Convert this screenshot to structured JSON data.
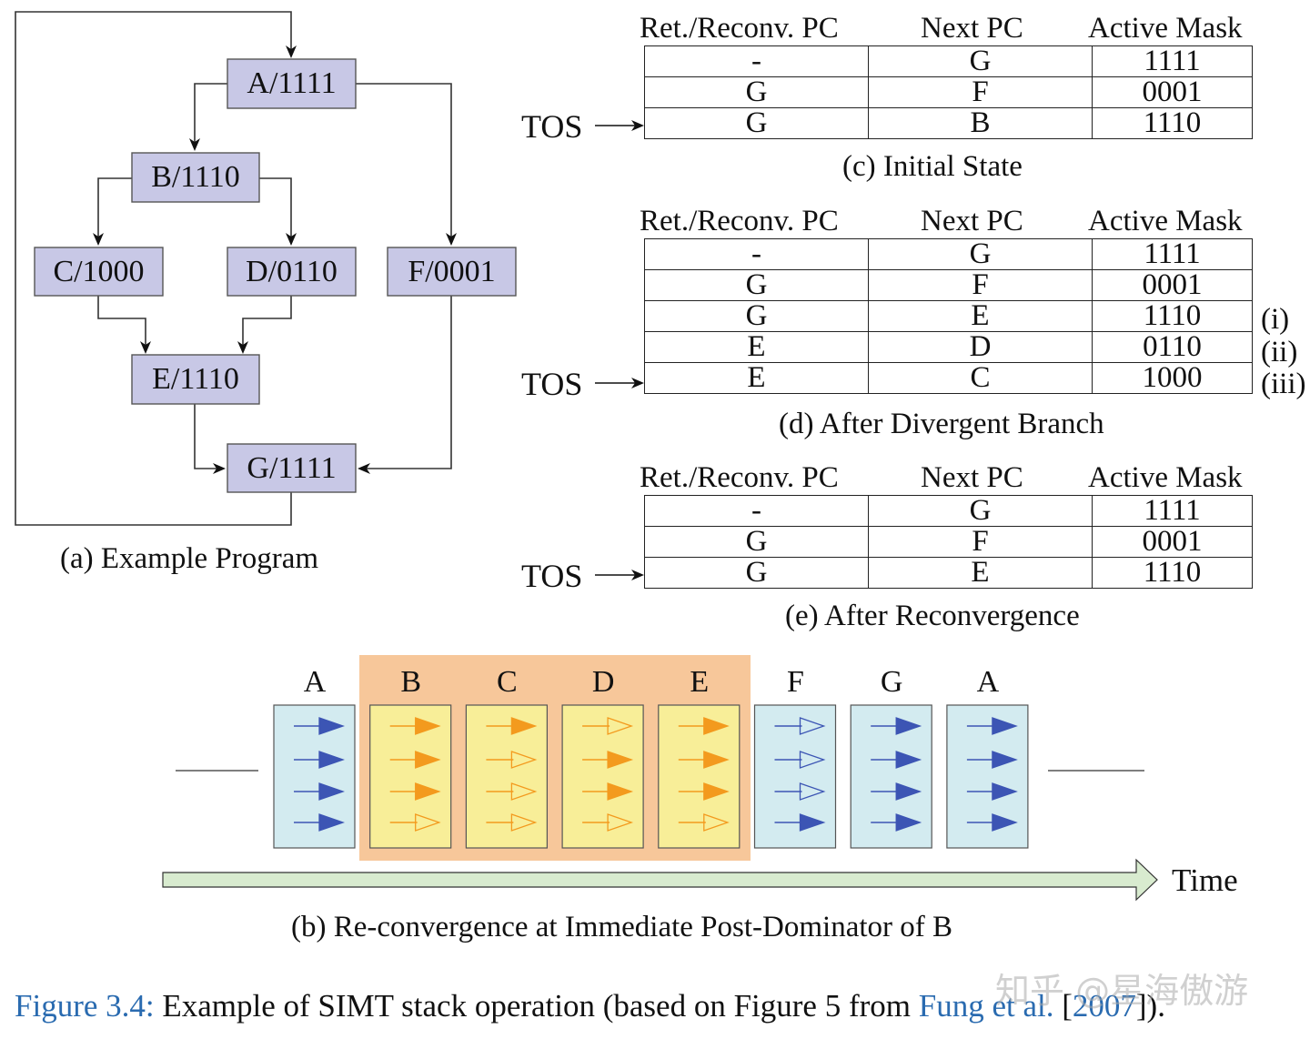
{
  "cfg": {
    "nodes": [
      {
        "id": "A",
        "label": "A/1111"
      },
      {
        "id": "B",
        "label": "B/1110"
      },
      {
        "id": "C",
        "label": "C/1000"
      },
      {
        "id": "D",
        "label": "D/0110"
      },
      {
        "id": "F",
        "label": "F/0001"
      },
      {
        "id": "E",
        "label": "E/1110"
      },
      {
        "id": "G",
        "label": "G/1111"
      }
    ],
    "caption": "(a)  Example Program",
    "node_fill": "#c8c8e6"
  },
  "stack_headers": {
    "col1": "Ret./Reconv. PC",
    "col2": "Next PC",
    "col3": "Active Mask"
  },
  "tos_label": "TOS",
  "stacks": [
    {
      "caption": "(c)  Initial State",
      "rows": [
        [
          "-",
          "G",
          "1111"
        ],
        [
          "G",
          "F",
          "0001"
        ],
        [
          "G",
          "B",
          "1110"
        ]
      ],
      "notes": []
    },
    {
      "caption": "(d)  After Divergent Branch",
      "rows": [
        [
          "-",
          "G",
          "1111"
        ],
        [
          "G",
          "F",
          "0001"
        ],
        [
          "G",
          "E",
          "1110"
        ],
        [
          "E",
          "D",
          "0110"
        ],
        [
          "E",
          "C",
          "1000"
        ]
      ],
      "notes": [
        "",
        "",
        "(i)",
        "(ii)",
        "(iii)"
      ]
    },
    {
      "caption": "(e)  After Reconvergence",
      "rows": [
        [
          "-",
          "G",
          "1111"
        ],
        [
          "G",
          "F",
          "0001"
        ],
        [
          "G",
          "E",
          "1110"
        ]
      ],
      "notes": []
    }
  ],
  "timeline": {
    "blocks": [
      {
        "label": "A",
        "mask": "1111"
      },
      {
        "label": "B",
        "mask": "1110"
      },
      {
        "label": "C",
        "mask": "1000"
      },
      {
        "label": "D",
        "mask": "0110"
      },
      {
        "label": "E",
        "mask": "1110"
      },
      {
        "label": "F",
        "mask": "0001"
      },
      {
        "label": "G",
        "mask": "1111"
      },
      {
        "label": "A",
        "mask": "1111"
      }
    ],
    "time_label": "Time",
    "caption": "(b)  Re-convergence at Immediate Post-Dominator of B",
    "colors": {
      "divergent_bg": "#f7c79a",
      "divergent_block": "#f8ee98",
      "divergent_arrow": "#f39a1e",
      "convergent_block": "#d3ebf0",
      "convergent_arrow": "#3c55b4",
      "time_arrow": "#d8ebcf"
    }
  },
  "figure_caption": {
    "prefix": "Figure 3.4:",
    "text": " Example of SIMT stack operation (based on Figure 5 from ",
    "ref_authors": "Fung et al.",
    "ref_open": " [",
    "ref_year": "2007",
    "ref_close": "])."
  },
  "watermark": "知乎 @星海傲游"
}
